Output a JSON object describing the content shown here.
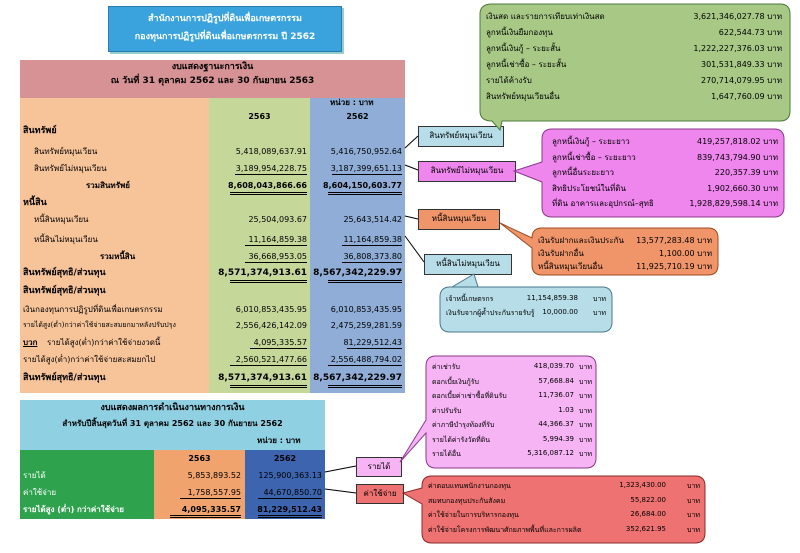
{
  "header": {
    "line1": "สำนักงานการปฏิรูปที่ดินเพื่อเกษตรกรรม",
    "line2": "กองทุนการปฏิรูปที่ดินเพื่อเกษตรกรรม  ปี 2562"
  },
  "balance": {
    "title1": "งบแสดงฐานะการเงิน",
    "title2": "ณ  วันที่ 31 ตุลาคม 2562 และ 30 กันยายน 2563",
    "unit": "หน่วย : บาท",
    "col1": "2563",
    "col2": "2562",
    "assets": "สินทรัพย์",
    "current_assets": "สินทรัพย์หมุนเวียน",
    "current_assets_1": "5,418,089,637.91",
    "current_assets_2": "5,416,750,952.64",
    "noncurrent_assets": "สินทรัพย์ไม่หมุนเวียน",
    "noncurrent_assets_1": "3,189,954,228.75",
    "noncurrent_assets_2": "3,187,399,651.13",
    "total_assets": "รวมสินทรัพย์",
    "total_assets_1": "8,608,043,866.66",
    "total_assets_2": "8,604,150,603.77",
    "liabilities": "หนี้สิน",
    "current_liab": "หนี้สินหมุนเวียน",
    "current_liab_1": "25,504,093.67",
    "current_liab_2": "25,643,514.42",
    "noncurrent_liab": "หนี้สินไม่หมุนเวียน",
    "noncurrent_liab_1": "11,164,859.38",
    "noncurrent_liab_2": "11,164,859.38",
    "total_liab": "รวมหนี้สิน",
    "total_liab_1": "36,668,953.05",
    "total_liab_2": "36,808,373.80",
    "net_assets": "สินทรัพย์สุทธิ/ส่วนทุน",
    "net_assets_1": "8,571,374,913.61",
    "net_assets_2": "8,567,342,229.97",
    "net_assets_head": "สินทรัพย์สุทธิ/ส่วนทุน",
    "fund_capital": "เงินกองทุนการปฏิรูปที่ดินเพื่อเกษตรกรรม",
    "fund_capital_1": "6,010,853,435.95",
    "fund_capital_2": "6,010,853,435.95",
    "prior_surplus": "รายได้สูง(ต่ำ)กว่าค่าใช้จ่ายสะสมยกมาหลังปรับปรุง",
    "prior_surplus_1": "2,556,426,142.09",
    "prior_surplus_2": "2,475,259,281.59",
    "plus_label": "บวก",
    "period_surplus": "รายได้สูง(ต่ำ)กว่าค่าใช้จ่ายงวดนี้",
    "period_surplus_1": "4,095,335.57",
    "period_surplus_2": "81,229,512.43",
    "carried_surplus": "รายได้สูง(ต่ำ)กว่าค่าใช้จ่ายสะสมยกไป",
    "carried_surplus_1": "2,560,521,477.66",
    "carried_surplus_2": "2,556,488,794.02",
    "net_total": "สินทรัพย์สุทธิ/ส่วนทุน",
    "net_total_1": "8,571,374,913.61",
    "net_total_2": "8,567,342,229.97"
  },
  "ops": {
    "title1": "งบแสดงผลการดำเนินงานทางการเงิน",
    "title2": "สำหรับปีสิ้นสุดวันที่ 31 ตุลาคม 2562 และ 30 กันยายน 2562",
    "unit": "หน่วย : บาท",
    "col1": "2563",
    "col2": "2562",
    "revenue": "รายได้",
    "revenue_1": "5,853,893.52",
    "revenue_2": "125,900,363.13",
    "expense": "ค่าใช้จ่าย",
    "expense_1": "1,758,557.95",
    "expense_2": "44,670,850.70",
    "surplus": "รายได้สูง (ต่ำ) กว่าค่าใช้จ่าย",
    "surplus_1": "4,095,335.57",
    "surplus_2": "81,229,512.43"
  },
  "labels": {
    "current_assets": "สินทรัพย์หมุนเวียน",
    "noncurrent_assets": "สินทรัพย์ไม่หมุนเวียน",
    "current_liab": "หนี้สินหมุนเวียน",
    "noncurrent_liab": "หนี้สินไม่หมุนเวียน",
    "revenue": "รายได้",
    "expense": "ค่าใช้จ่าย"
  },
  "detail_current_assets": [
    {
      "label": "เงินสด และรายการเทียบเท่าเงินสด",
      "value": "3,621,346,027.78 บาท"
    },
    {
      "label": "ลูกหนี้เงินยืมกองทุน",
      "value": "622,544.73 บาท"
    },
    {
      "label": "ลูกหนี้เงินกู้ – ระยะสั้น",
      "value": "1,222,227,376.03 บาท"
    },
    {
      "label": "ลูกหนี้เช่าซื้อ – ระยะสั้น",
      "value": "301,531,849.33 บาท"
    },
    {
      "label": "รายได้ค้างรับ",
      "value": "270,714,079.95 บาท"
    },
    {
      "label": "สินทรัพย์หมุนเวียนอื่น",
      "value": "1,647,760.09 บาท"
    }
  ],
  "detail_noncurrent_assets": [
    {
      "label": "ลูกหนี้เงินกู้ – ระยะยาว",
      "value": "419,257,818.02 บาท"
    },
    {
      "label": "ลูกหนี้เช่าซื้อ – ระยะยาว",
      "value": "839,743,794.90 บาท"
    },
    {
      "label": "ลูกหนี้อื่นระยะยาว",
      "value": "220,357.39 บาท"
    },
    {
      "label": "สิทธิประโยชน์ในที่ดิน",
      "value": "1,902,660.30 บาท"
    },
    {
      "label": "ที่ดิน อาคารและอุปกรณ์–สุทธิ",
      "value": "1,928,829,598.14 บาท"
    }
  ],
  "detail_current_liab": [
    {
      "label": "เงินรับฝากและเงินประกัน",
      "value": "13,577,283.48 บาท"
    },
    {
      "label": "เงินรับฝากอื่น",
      "value": "1,100.00 บาท"
    },
    {
      "label": "หนี้สินหมุนเวียนอื่น",
      "value": "11,925,710.19 บาท"
    }
  ],
  "detail_noncurrent_liab": [
    {
      "label": "เจ้าหนี้เกษตรกร",
      "value": "11,154,859.38",
      "unit": "บาท"
    },
    {
      "label": "เงินรับจากผู้ค้ำประกันรายรับรู้",
      "value": "10,000.00",
      "unit": "บาท"
    }
  ],
  "detail_revenue": [
    {
      "label": "ค่าเช่ารับ",
      "value": "418,039.70",
      "unit": "บาท"
    },
    {
      "label": "ดอกเบี้ยเงินกู้รับ",
      "value": "57,668.84",
      "unit": "บาท"
    },
    {
      "label": "ดอกเบี้ยค่าเช่าซื้อที่ดินรับ",
      "value": "11,736.07",
      "unit": "บาท"
    },
    {
      "label": "ค่าปรับรับ",
      "value": "1.03",
      "unit": "บาท"
    },
    {
      "label": "ค่าภาษีบำรุงท้องที่รับ",
      "value": "44,366.37",
      "unit": "บาท"
    },
    {
      "label": "รายได้ค่ารังวัดที่ดิน",
      "value": "5,994.39",
      "unit": "บาท"
    },
    {
      "label": "รายได้อื่น",
      "value": "5,316,087.12",
      "unit": "บาท"
    }
  ],
  "detail_expense": [
    {
      "label": "ค่าตอบแทนพนักงานกองทุน",
      "value": "1,323,430.00",
      "unit": "บาท"
    },
    {
      "label": "สมทบกองทุนประกันสังคม",
      "value": "55,822.00",
      "unit": "บาท"
    },
    {
      "label": "ค่าใช้จ่ายในการบริหารกองทุน",
      "value": "26,684.00",
      "unit": "บาท"
    },
    {
      "label": "ค่าใช้จ่ายโครงการพัฒนาศักยภาพพื้นที่และการผลิต",
      "value": "352,621.95",
      "unit": "บาท"
    }
  ],
  "colors": {
    "header_bg": "#3aa3dd",
    "balance_title_bg": "#d69294",
    "balance_label_bg": "#f7c49a",
    "balance_col1_bg": "#c6d79a",
    "balance_col2_bg": "#8fadd6",
    "ops_title_bg": "#8fd0e2",
    "ops_label_bg": "#2ea24d",
    "ops_col1_bg": "#f0a36d",
    "ops_col2_bg": "#3d64ae",
    "green_box": "#a8c986",
    "magenta_box": "#ee86ee",
    "orange_box": "#f0956a",
    "lightblue_box": "#b7dde9",
    "pink_box": "#f6b4f4",
    "red_box": "#ef7272"
  }
}
